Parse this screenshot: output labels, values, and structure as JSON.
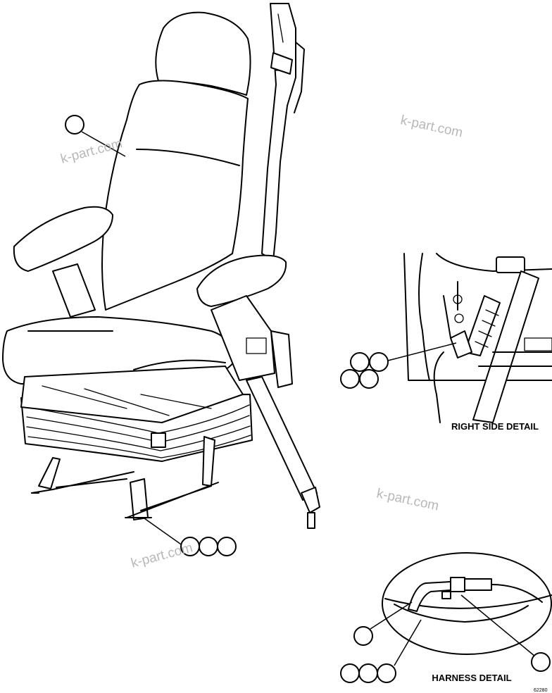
{
  "labels": {
    "right_side_detail": "RIGHT SIDE DETAIL",
    "harness_detail": "HARNESS DETAIL"
  },
  "watermarks": [
    "k-part.com",
    "k-part.com",
    "k-part.com",
    "k-part.com"
  ],
  "drawing_code": "62280",
  "colors": {
    "line": "#000000",
    "background": "#ffffff",
    "watermark": "#b8b8b8"
  }
}
